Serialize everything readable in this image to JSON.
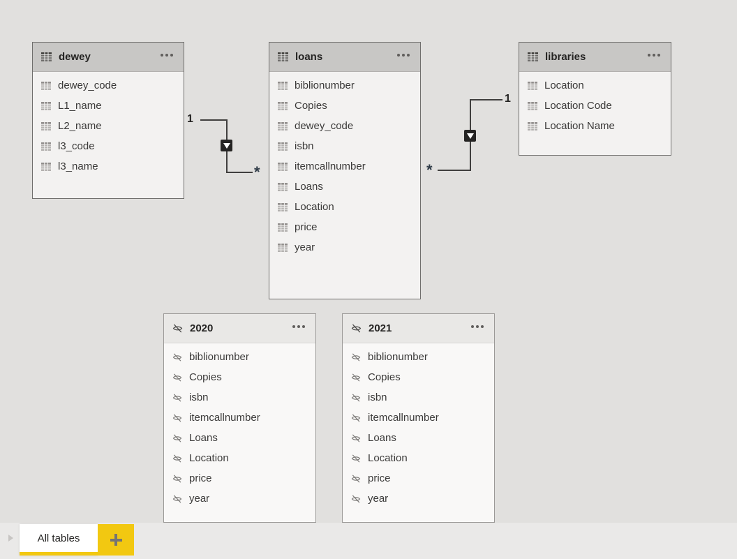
{
  "colors": {
    "accent": "#F2C811"
  },
  "tables": [
    {
      "name": "dewey",
      "hidden": false,
      "fields": [
        "dewey_code",
        "L1_name",
        "L2_name",
        "l3_code",
        "l3_name"
      ]
    },
    {
      "name": "loans",
      "hidden": false,
      "fields": [
        "biblionumber",
        "Copies",
        "dewey_code",
        "isbn",
        "itemcallnumber",
        "Loans",
        "Location",
        "price",
        "year"
      ]
    },
    {
      "name": "libraries",
      "hidden": false,
      "fields": [
        "Location",
        "Location Code",
        "Location Name"
      ]
    },
    {
      "name": "2020",
      "hidden": true,
      "fields": [
        "biblionumber",
        "Copies",
        "isbn",
        "itemcallnumber",
        "Loans",
        "Location",
        "price",
        "year"
      ]
    },
    {
      "name": "2021",
      "hidden": true,
      "fields": [
        "biblionumber",
        "Copies",
        "isbn",
        "itemcallnumber",
        "Loans",
        "Location",
        "price",
        "year"
      ]
    }
  ],
  "relationships": [
    {
      "from": "dewey",
      "to": "loans",
      "one": "1",
      "many": "*"
    },
    {
      "from": "libraries",
      "to": "loans",
      "one": "1",
      "many": "*"
    }
  ],
  "footer": {
    "active_tab": "All tables"
  }
}
